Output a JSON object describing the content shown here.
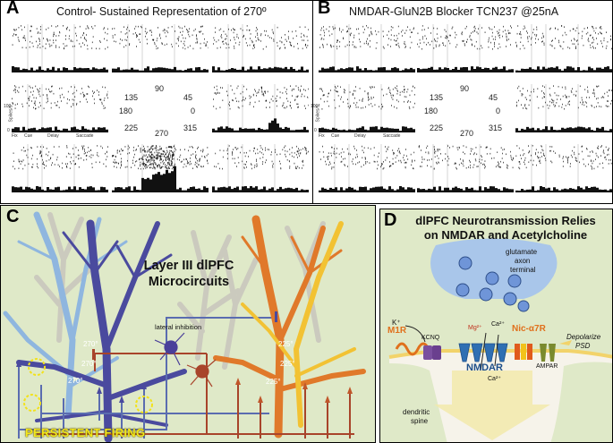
{
  "panel_a": {
    "letter": "A",
    "title": "Control- Sustained Representation of 270º",
    "axis": {
      "y_label": "Spikes/s",
      "y_tick_top": "100",
      "y_tick_bottom": "0",
      "epochs": [
        "Fix",
        "Cue",
        "Delay",
        "Saccade"
      ]
    },
    "directions": [
      "90",
      "45",
      "0",
      "315",
      "270",
      "225",
      "180",
      "135"
    ]
  },
  "panel_b": {
    "letter": "B",
    "title": "NMDAR-GluN2B Blocker TCN237 @25nA",
    "axis": {
      "y_label": "Spikes/s",
      "y_tick_top": "100",
      "y_tick_bottom": "0",
      "epochs": [
        "Fix",
        "Cue",
        "Delay",
        "Saccade"
      ]
    },
    "directions": [
      "90",
      "45",
      "0",
      "315",
      "270",
      "225",
      "180",
      "135"
    ]
  },
  "panel_c": {
    "letter": "C",
    "title_line1": "Layer III dlPFC",
    "title_line2": "Microcircuits",
    "lateral_inhibition": "lateral inhibition",
    "blue_labels": [
      "270°",
      "270°",
      "270°"
    ],
    "orange_labels": [
      "225°",
      "225°",
      "225°"
    ],
    "persistent": "PERSISTENT FIRING",
    "colors": {
      "background": "#dfe9c8",
      "blue_neuron": "#4a4a9e",
      "orange_neuron": "#e0792a",
      "red_neuron": "#8e2a1e"
    }
  },
  "panel_d": {
    "letter": "D",
    "title_line1": "dlPFC Neurotransmission Relies",
    "title_line2": "on NMDAR and Acetylcholine",
    "terminal_line1": "glutamate",
    "terminal_line2": "axon",
    "terminal_line3": "terminal",
    "k_ion": "K⁺",
    "m1r": "M1R",
    "kcnq": "KCNQ",
    "mg": "Mg²⁺",
    "ca_top": "Ca²⁺",
    "ca_bottom": "Ca²⁺",
    "nic": "Nic-α7R",
    "nmdar": "NMDAR",
    "ampar": "AMPAR",
    "depolarize_line1": "Depolarize",
    "depolarize_line2": "PSD",
    "spine_line1": "dendritic",
    "spine_line2": "spine",
    "colors": {
      "background": "#dfe9c8",
      "terminal": "#a9c6ea",
      "vesicle": "#6f95d8",
      "m1r": "#e0701c",
      "nic": "#e0701c",
      "nmdar": "#1e4f8a"
    }
  }
}
